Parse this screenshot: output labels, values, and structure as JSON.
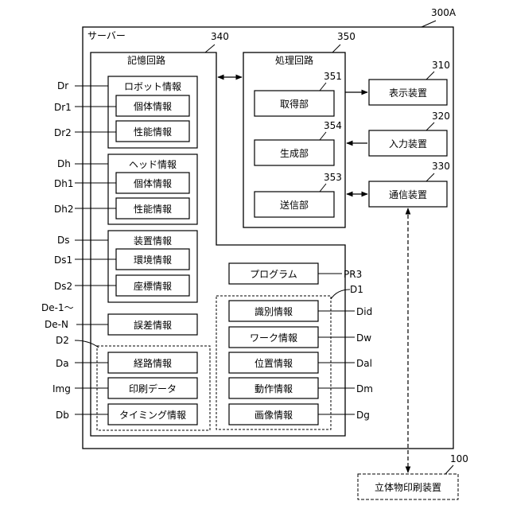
{
  "server": {
    "ref": "300A",
    "label": "サーバー"
  },
  "storage": {
    "ref": "340",
    "label": "記憶回路"
  },
  "processor": {
    "ref": "350",
    "label": "処理回路",
    "acquire": {
      "ref": "351",
      "label": "取得部"
    },
    "generate": {
      "ref": "354",
      "label": "生成部"
    },
    "send": {
      "ref": "353",
      "label": "送信部"
    }
  },
  "display": {
    "ref": "310",
    "label": "表示装置"
  },
  "input": {
    "ref": "320",
    "label": "入力装置"
  },
  "comm": {
    "ref": "330",
    "label": "通信装置"
  },
  "printer": {
    "ref": "100",
    "label": "立体物印刷装置"
  },
  "robot_info": {
    "label": "ロボット情報",
    "tag": "Dr",
    "individual": {
      "label": "個体情報",
      "tag": "Dr1"
    },
    "performance": {
      "label": "性能情報",
      "tag": "Dr2"
    }
  },
  "head_info": {
    "label": "ヘッド情報",
    "tag": "Dh",
    "individual": {
      "label": "個体情報",
      "tag": "Dh1"
    },
    "performance": {
      "label": "性能情報",
      "tag": "Dh2"
    }
  },
  "device_info": {
    "label": "装置情報",
    "tag": "Ds",
    "environment": {
      "label": "環境情報",
      "tag": "Ds1"
    },
    "coordinates": {
      "label": "座標情報",
      "tag": "Ds2"
    }
  },
  "error_info": {
    "label": "誤差情報",
    "tag1": "De-1～",
    "tag2": "De-N"
  },
  "program": {
    "label": "プログラム",
    "tag": "PR3"
  },
  "d1_group": {
    "tag": "D1",
    "identification": {
      "label": "識別情報",
      "tag": "Did"
    },
    "work": {
      "label": "ワーク情報",
      "tag": "Dw"
    },
    "position": {
      "label": "位置情報",
      "tag": "Dal"
    },
    "motion": {
      "label": "動作情報",
      "tag": "Dm"
    },
    "image": {
      "label": "画像情報",
      "tag": "Dg"
    }
  },
  "d2_group": {
    "tag": "D2",
    "path": {
      "label": "経路情報",
      "tag": "Da"
    },
    "print_data": {
      "label": "印刷データ",
      "tag": "Img"
    },
    "timing": {
      "label": "タイミング情報",
      "tag": "Db"
    }
  }
}
